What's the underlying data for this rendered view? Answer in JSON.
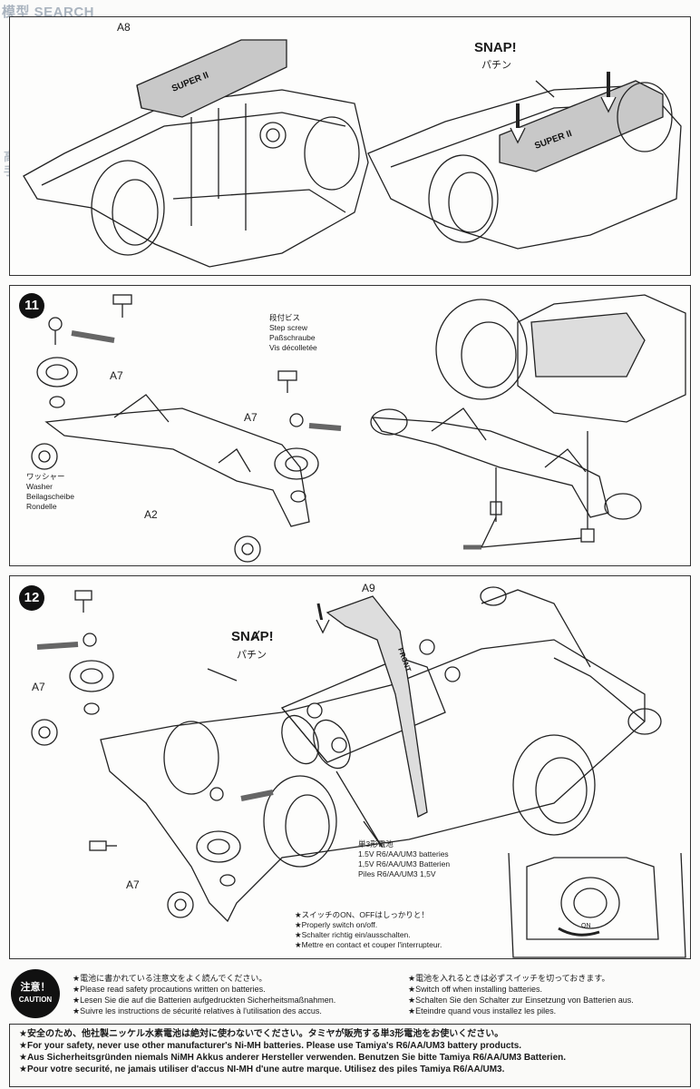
{
  "watermark": {
    "text": "模型 SEARCH",
    "side": "高 手"
  },
  "panel1": {
    "part_a8": "A8",
    "snap": "SNAP!",
    "snap_jp": "パチン"
  },
  "panel2": {
    "step": "11",
    "a7_top": "A7",
    "a7_mid": "A7",
    "a2": "A2",
    "step_screw": [
      "段付ビス",
      "Step screw",
      "Paßschraube",
      "Vis décolletée"
    ],
    "washer": [
      "ワッシャー",
      "Washer",
      "Beilagscheibe",
      "Rondelle"
    ]
  },
  "panel3": {
    "step": "12",
    "a9": "A9",
    "a7_top": "A7",
    "a7_bottom": "A7",
    "snap": "SNAP!",
    "snap_jp": "パチン",
    "front": "FRONT",
    "batteries": [
      "単3形電池",
      "1.5V R6/AA/UM3 batteries",
      "1,5V R6/AA/UM3 Batterien",
      "Piles R6/AA/UM3 1,5V"
    ],
    "switch": [
      "★スイッチのON、OFFはしっかりと！",
      "★Properly switch on/off.",
      "★Schalter richtig ein/ausschalten.",
      "★Mettre en contact et couper l'interrupteur."
    ],
    "on_label": "ON"
  },
  "caution": {
    "jp": "注意！",
    "en": "CAUTION"
  },
  "notes_left": [
    "★電池に書かれている注意文をよく読んでください。",
    "★Please read safety procautions written on batteries.",
    "★Lesen Sie die auf die Batterien aufgedruckten Sicherheitsmaßnahmen.",
    "★Suivre les instructions de sécurité relatives à l'utilisation des accus."
  ],
  "notes_right": [
    "★電池を入れるときは必ずスイッチを切っておきます。",
    "★Switch off when installing batteries.",
    "★Schalten Sie den Schalter zur Einsetzung von Batterien aus.",
    "★Eteindre quand vous installez les piles."
  ],
  "notes_bottom": [
    "★安全のため、他社製ニッケル水素電池は絶対に使わないでください。タミヤが販売する単3形電池をお使いください。",
    "★For your safety, never use other manufacturer's Ni-MH batteries. Please use Tamiya's R6/AA/UM3 battery products.",
    "★Aus Sicherheitsgründen niemals NiMH Akkus anderer Hersteller verwenden. Benutzen Sie bitte Tamiya R6/AA/UM3 Batterien.",
    "★Pour votre securité, ne jamais utiliser d'accus NI-MH d'une autre marque. Utilisez des piles Tamiya R6/AA/UM3."
  ]
}
